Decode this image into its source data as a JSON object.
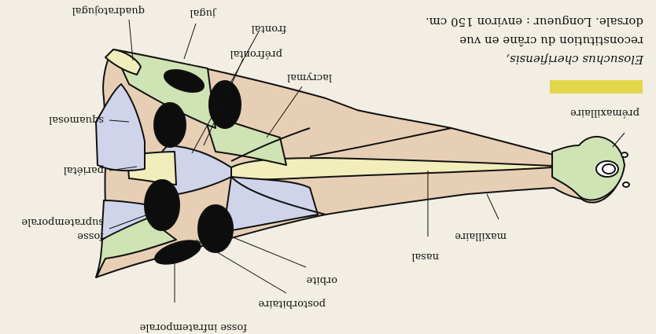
{
  "caption": {
    "line1": "Elosuchus cherifiensis,",
    "line2": "reconstitution du crâne en vue",
    "line3": "dorsale. Longueur : environ 150 cm."
  },
  "labels": {
    "quadratojugal": "quadratojugal",
    "jugal": "jugal",
    "frontal": "frontal",
    "prefrontal": "préfrontal",
    "lacrymal": "lacrymal",
    "squamosal": "squamosal",
    "parietal": "pariétal",
    "fosse_supratemporale_1": "fosse",
    "fosse_supratemporale_2": "supratemporale",
    "nasal": "nasal",
    "maxillaire": "maxillaire",
    "premaxillaire": "prémaxillaire",
    "orbite": "orbite",
    "postorbitaire": "postorbitaire",
    "fosse_infratemporale": "fosse infratemporale"
  },
  "colors": {
    "background": "#f3eee4",
    "accent_bar": "#e2d64a",
    "bone_tan": "#e7cfb5",
    "bone_blue": "#cfd4ea",
    "bone_green": "#cfe3b4",
    "bone_yellow": "#f2eebb",
    "fossa": "#0d0d0d",
    "outline": "#111111"
  }
}
